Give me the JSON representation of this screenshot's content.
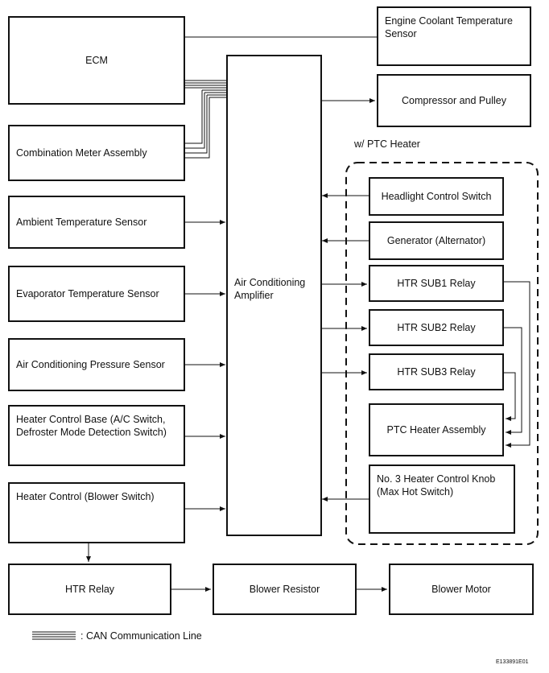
{
  "ecm": "ECM",
  "engine_coolant": "Engine Coolant Temperature\nSensor",
  "compressor": "Compressor and Pulley",
  "combination_meter": "Combination Meter Assembly",
  "ambient_sensor": "Ambient Temperature Sensor",
  "evaporator_sensor": "Evaporator Temperature Sensor",
  "ac_pressure_sensor": "Air Conditioning Pressure Sensor",
  "heater_control_base": "Heater Control Base (A/C Switch,\nDefroster Mode Detection Switch)",
  "heater_control_blower": "Heater Control (Blower Switch)",
  "amplifier": "Air Conditioning\nAmplifier",
  "ptc_group_label": "w/ PTC Heater",
  "headlight_switch": "Headlight Control Switch",
  "generator": "Generator (Alternator)",
  "htr_sub1": "HTR SUB1 Relay",
  "htr_sub2": "HTR SUB2 Relay",
  "htr_sub3": "HTR SUB3 Relay",
  "ptc_heater": "PTC Heater Assembly",
  "heater_knob": "No. 3 Heater Control Knob\n(Max Hot Switch)",
  "htr_relay": "HTR Relay",
  "blower_resistor": "Blower Resistor",
  "blower_motor": "Blower Motor",
  "legend_label": ": CAN Communication Line",
  "figure_code": "E133891E01"
}
